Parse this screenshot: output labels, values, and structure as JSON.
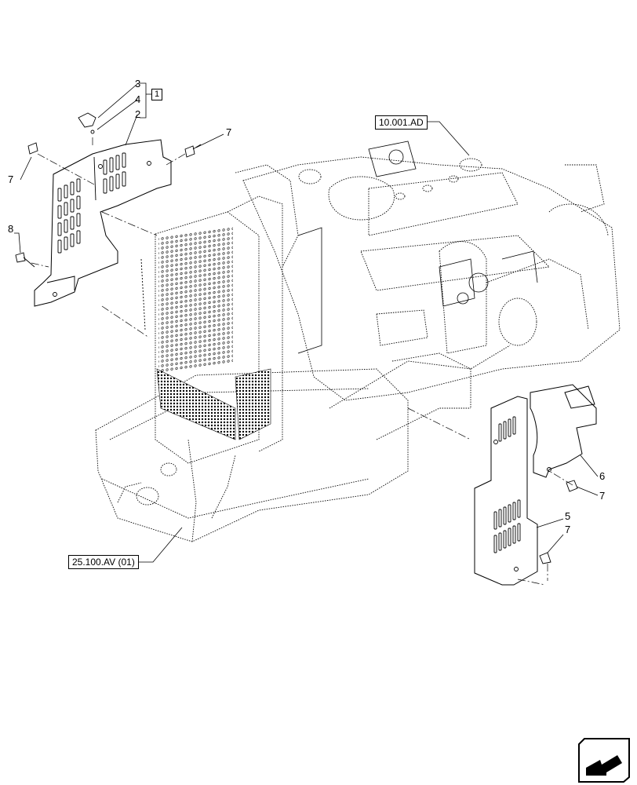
{
  "diagram": {
    "reference_labels": {
      "engine": "10.001.AD",
      "frame": "25.100.AV (01)"
    },
    "group_box": "1",
    "callouts": {
      "c3": "3",
      "c4": "4",
      "c2": "2",
      "c7_top_right": "7",
      "c7_top_left": "7",
      "c8": "8",
      "c6": "6",
      "c7_mid_right": "7",
      "c5": "5",
      "c7_bottom": "7"
    }
  }
}
